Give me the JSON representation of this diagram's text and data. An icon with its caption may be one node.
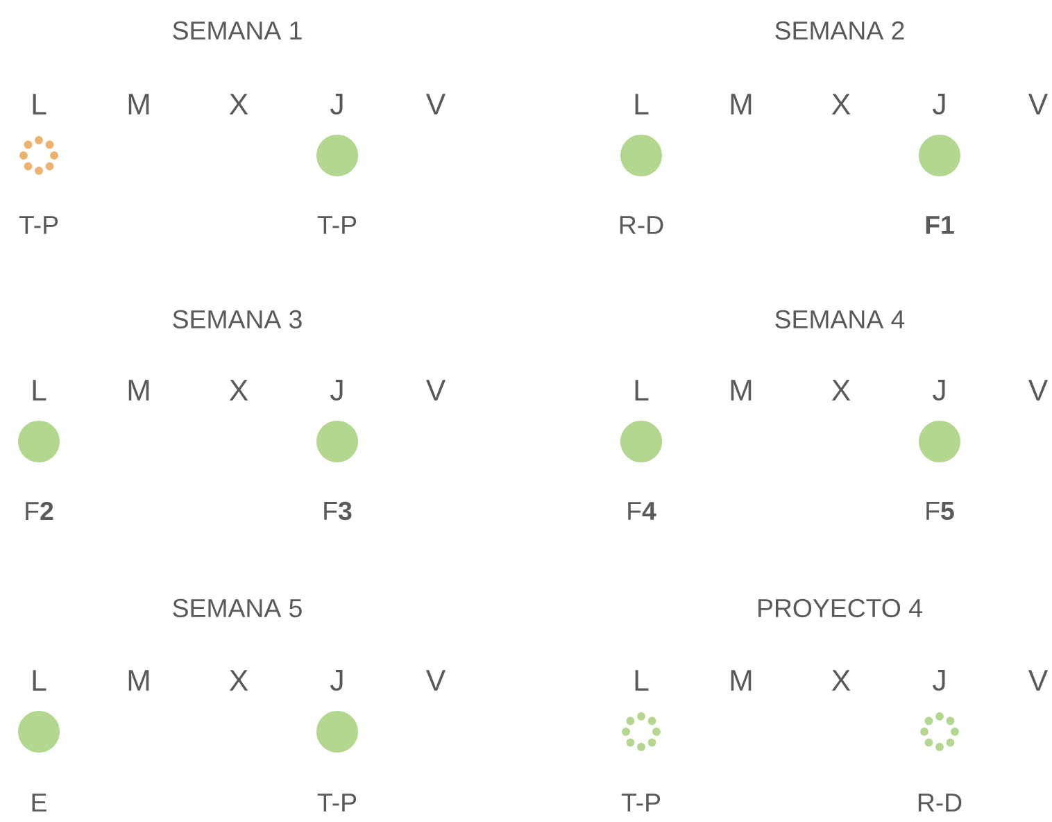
{
  "diagram": {
    "nodes": [
      {
        "text": [],
        "shape": "circle",
        "beside": [
          "T-P"
        ]
      },
      {
        "text": [],
        "shape": "circle",
        "beside": [
          "T-P"
        ]
      },
      {
        "text": [],
        "shape": "circle",
        "beside": [
          "R-D"
        ]
      },
      {
        "text": [],
        "shape": "circle",
        "beside": [
          "**F1**"
        ]
      },
      {
        "text": [],
        "shape": "circle",
        "beside": [
          "F**2**"
        ]
      },
      {
        "text": [],
        "shape": "circle",
        "beside": [
          "F**3**"
        ]
      },
      {
        "text": [],
        "shape": "circle",
        "beside": [
          "F**4**"
        ]
      },
      {
        "text": [],
        "shape": "circle",
        "beside": [
          "F**5**"
        ]
      },
      {
        "text": [],
        "shape": "circle",
        "beside": [
          "E"
        ]
      },
      {
        "text": [],
        "shape": "circle",
        "beside": [
          "T-P"
        ]
      },
      {
        "text": [],
        "shape": "circle",
        "beside": [
          "T-P"
        ]
      },
      {
        "text": [],
        "shape": "circle",
        "beside": [
          "R-D"
        ]
      }
    ],
    "labels": [
      "SEMANA 1",
      "SEMANA 2",
      "L",
      "M",
      "X",
      "J",
      "V",
      "L",
      "M",
      "X",
      "J",
      "V",
      "SEMANA 3",
      "SEMANA 4",
      "L",
      "M",
      "X",
      "J",
      "V",
      "L",
      "M",
      "X",
      "J",
      "V",
      "SEMANA 5",
      "PROYECTO 4",
      "L",
      "M",
      "X",
      "J",
      "V",
      "L",
      "M",
      "X",
      "J",
      "V"
    ]
  }
}
